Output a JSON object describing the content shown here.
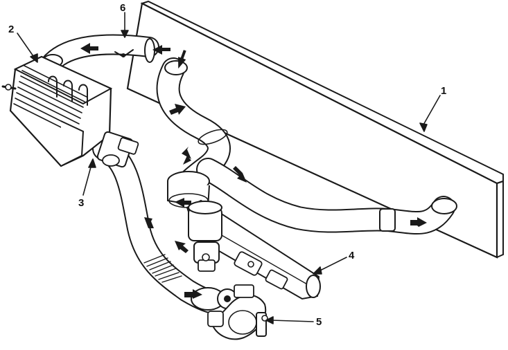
{
  "callouts": [
    {
      "id": "1",
      "label": "1"
    },
    {
      "id": "2",
      "label": "2"
    },
    {
      "id": "3",
      "label": "3"
    },
    {
      "id": "4",
      "label": "4"
    },
    {
      "id": "5",
      "label": "5"
    },
    {
      "id": "6",
      "label": "6"
    }
  ],
  "colors": {
    "ink": "#1a1a1a",
    "paper": "#ffffff"
  }
}
